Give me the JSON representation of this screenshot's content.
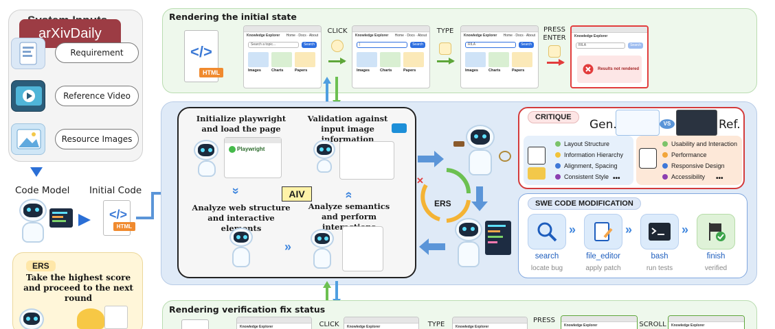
{
  "brand": "arXivDaily",
  "inputs": {
    "title": "System Inputs",
    "items": [
      "Requirement",
      "Reference Video",
      "Resource Images"
    ]
  },
  "code_model": {
    "label": "Code Model",
    "initial_code": "Initial Code",
    "html_tag": "HTML"
  },
  "ers_box": {
    "title": "ERS",
    "text": "Take the highest score and proceed to the next round"
  },
  "top_panel": {
    "title": "Rendering the initial state",
    "steps": [
      "CLICK",
      "TYPE",
      "PRESS ENTER"
    ],
    "browser": {
      "site": "Knowledge Explorer",
      "nav": "Home · Docs · About",
      "placeholder": "Search a topic...",
      "button": "Search",
      "query": "RILA",
      "tiles": [
        "Images",
        "Charts",
        "Papers"
      ],
      "error": "Results not rendered"
    }
  },
  "aiv": {
    "label": "AIV",
    "init": "Initialize playwright and load the page",
    "playwright": "Playwright",
    "validation": "Validation against input image information",
    "analyze_structure": "Analyze web structure and interactive elements",
    "analyze_semantics": "Analyze semantics and perform interactions"
  },
  "ers_loop": {
    "label": "ERS"
  },
  "critique": {
    "title": "CRITIQUE",
    "gen": "Gen.",
    "vs": "VS",
    "ref": "Ref.",
    "left_items": [
      {
        "label": "Layout Structure",
        "color": "#7cc36a"
      },
      {
        "label": "Information Hierarchy",
        "color": "#f2c33a"
      },
      {
        "label": "Alignment, Spacing",
        "color": "#3f78d8"
      },
      {
        "label": "Consistent Style",
        "color": "#8c3fb0"
      }
    ],
    "right_items": [
      {
        "label": "Usability and Interaction",
        "color": "#7cc36a"
      },
      {
        "label": "Performance",
        "color": "#f2a53a"
      },
      {
        "label": "Responsive Design",
        "color": "#3f78d8"
      },
      {
        "label": "Accessibility",
        "color": "#8c3fb0"
      }
    ],
    "ellipsis": "•••"
  },
  "swe": {
    "title": "SWE CODE MODIFICATION",
    "tools": [
      {
        "name": "search",
        "sub": "locate bug"
      },
      {
        "name": "file_editor",
        "sub": "apply patch"
      },
      {
        "name": "bash",
        "sub": "run tests"
      },
      {
        "name": "finish",
        "sub": "verified"
      }
    ]
  },
  "bottom_panel": {
    "title": "Rendering verification fix status",
    "steps": [
      "CLICK",
      "TYPE",
      "PRESS",
      "SCROLL"
    ]
  }
}
